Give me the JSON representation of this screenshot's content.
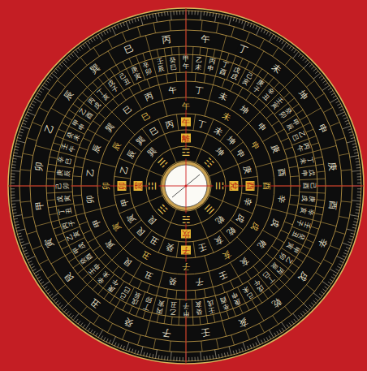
{
  "diagram": {
    "labels": [
      "☲",
      "☷",
      "☱",
      "☰",
      "☵",
      "☶",
      "☳",
      "☴",
      "離",
      "坤",
      "兌",
      "乾",
      "坎",
      "艮",
      "震",
      "巽",
      "午",
      "丁",
      "未",
      "坤",
      "申",
      "庚",
      "酉",
      "辛",
      "戌",
      "乾",
      "亥",
      "壬",
      "子",
      "癸",
      "丑",
      "艮",
      "寅",
      "甲",
      "卯",
      "乙",
      "辰",
      "巽",
      "巳",
      "丙",
      "午",
      "未",
      "申",
      "酉",
      "戌",
      "亥",
      "子",
      "丑",
      "寅",
      "卯",
      "辰",
      "巳",
      "午",
      "丁",
      "未",
      "坤",
      "申",
      "庚",
      "酉",
      "辛",
      "戌",
      "乾",
      "亥",
      "壬",
      "子",
      "癸",
      "丑",
      "艮",
      "寅",
      "甲",
      "卯",
      "乙",
      "辰",
      "巽",
      "巳",
      "丙",
      "甲子",
      "乙丑",
      "丙寅",
      "丁卯",
      "戊辰",
      "己巳",
      "庚午",
      "辛未",
      "壬申",
      "癸酉",
      "甲戌",
      "乙亥",
      "丙子",
      "丁丑",
      "戊寅",
      "己卯",
      "庚辰",
      "辛巳",
      "壬午",
      "癸未",
      "甲申",
      "乙酉",
      "丙戌",
      "丁亥",
      "戊子",
      "己丑",
      "庚寅",
      "辛卯",
      "壬辰",
      "癸巳",
      "甲午",
      "乙未",
      "丙申",
      "丁酉",
      "戊戌",
      "己亥",
      "庚子",
      "辛丑",
      "壬寅",
      "癸卯",
      "甲辰",
      "乙巳",
      "丙午",
      "丁未",
      "戊申",
      "己酉",
      "庚戌",
      "辛亥",
      "壬子",
      "癸丑",
      "甲寅",
      "乙卯",
      "丙辰",
      "丁巳",
      "戊午",
      "己未",
      "庚申",
      "辛酉",
      "壬戌",
      "癸亥",
      "午",
      "丁",
      "未",
      "坤",
      "申",
      "庚",
      "酉",
      "辛",
      "戌",
      "乾",
      "亥",
      "壬",
      "子",
      "癸",
      "丑",
      "艮",
      "寅",
      "甲",
      "卯",
      "乙",
      "辰",
      "巽",
      "巳",
      "丙"
    ]
  }
}
